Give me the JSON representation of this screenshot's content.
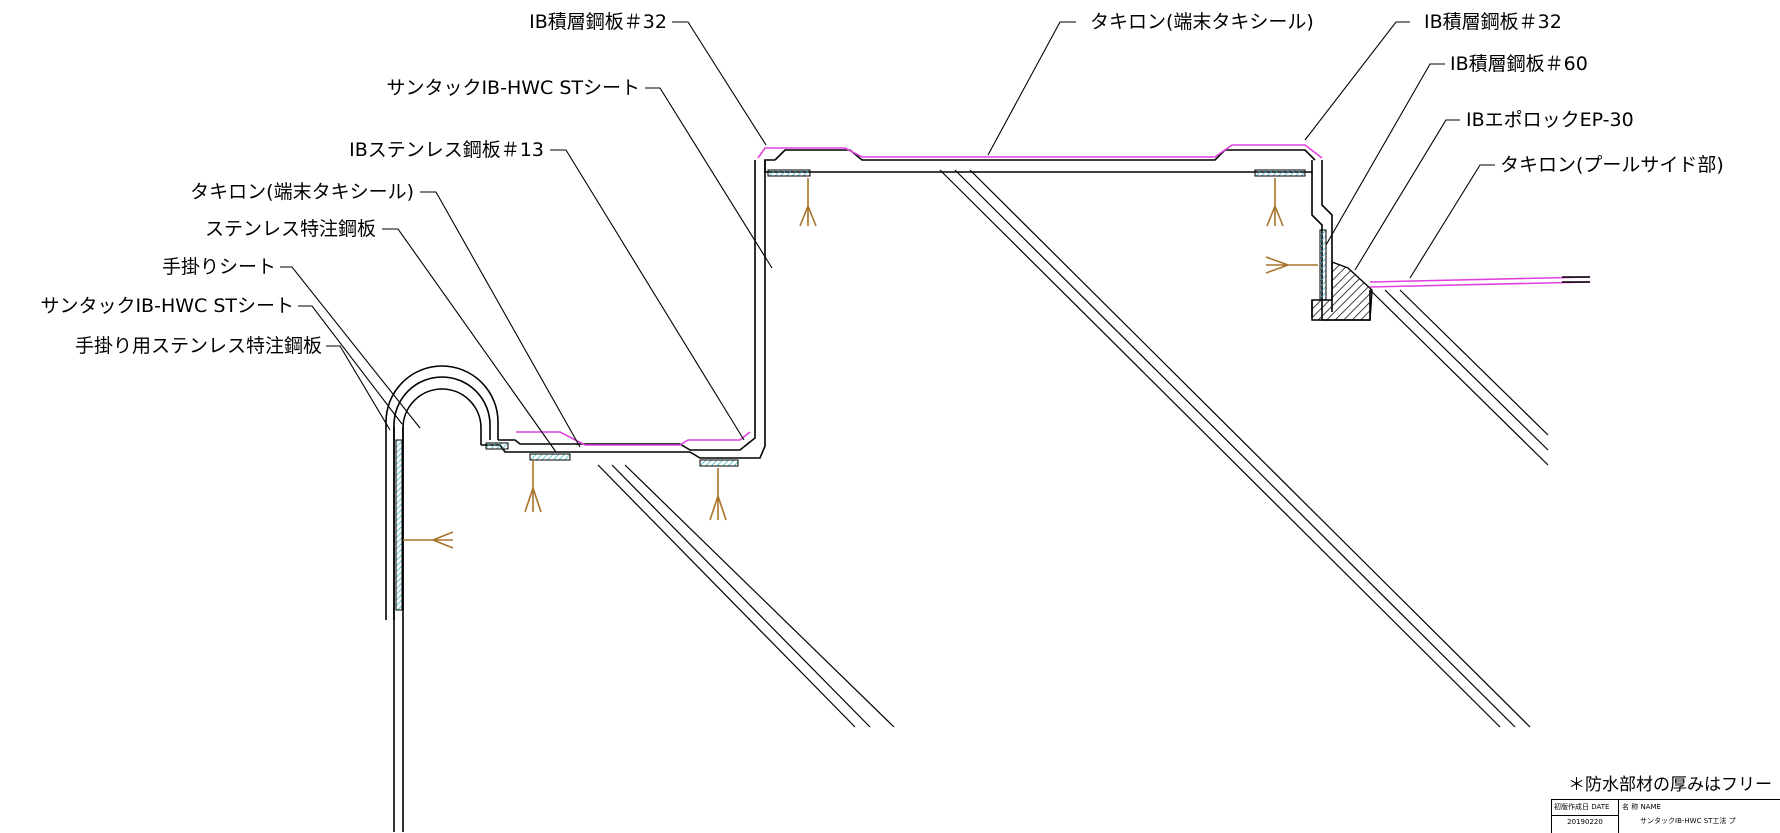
{
  "labels": [
    "IB積層鋼板＃32",
    "サンタックIB-HWC STシート",
    "IBステンレス鋼板＃13",
    "タキロン(端末タキシール)",
    "ステンレス特注鋼板",
    "手掛りシート",
    "サンタックIB-HWC STシート",
    "手掛り用ステンレス特注鋼板",
    "タキロン(端末タキシール)",
    "IB積層鋼板＃32",
    "IB積層鋼板＃60",
    "IBエポロックEP-30",
    "タキロン(プールサイド部)"
  ],
  "note": "＊防水部材の厚みはフリー",
  "title_block": {
    "date_header": "初版作成日 DATE",
    "date_value": "20190220",
    "name_header": "名 称  NAME",
    "name_value": "サンタックIB-HWC ST工法 プ"
  },
  "colors": {
    "line": "#000000",
    "sheet": "#e040e0",
    "steel": "#35b5c8",
    "anchor": "#a8742a"
  }
}
